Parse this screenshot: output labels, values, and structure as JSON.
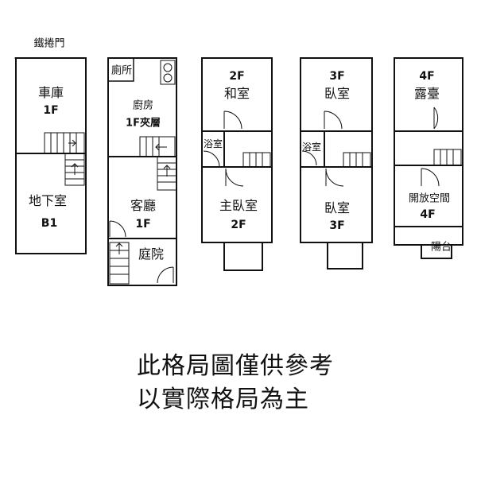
{
  "door_label": "鐵捲門",
  "plan_b1": {
    "garage": "車庫",
    "garage_floor": "1F",
    "basement": "地下室",
    "basement_floor": "B1"
  },
  "plan_1f": {
    "toilet": "廁所",
    "kitchen": "廚房",
    "mezzanine": "1F夾層",
    "living": "客廳",
    "living_floor": "1F",
    "yard": "庭院"
  },
  "plan_2f": {
    "floor": "2F",
    "room": "和室",
    "bath": "浴室",
    "master": "主臥室",
    "master_floor": "2F"
  },
  "plan_3f": {
    "floor": "3F",
    "room": "臥室",
    "bath": "浴室",
    "bedroom": "臥室",
    "bedroom_floor": "3F"
  },
  "plan_4f": {
    "floor": "4F",
    "room": "露臺",
    "open_space": "開放空間",
    "open_floor": "4F",
    "balcony": "陽台"
  },
  "disclaimer": {
    "line1": "此格局圖僅供參考",
    "line2": "以實際格局為主"
  }
}
